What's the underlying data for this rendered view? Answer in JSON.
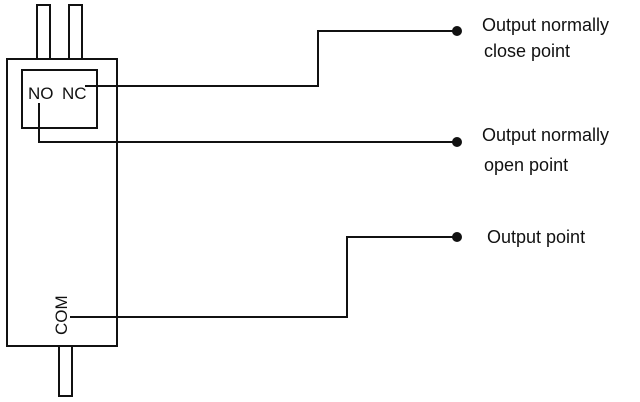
{
  "relay": {
    "pins": {
      "no_label": "NO",
      "nc_label": "NC",
      "com_label": "COM"
    }
  },
  "outputs": [
    {
      "line1": "Output normally",
      "line2": "close point"
    },
    {
      "line1": "Output normally",
      "line2": "open point"
    },
    {
      "line1": "Output point",
      "line2": ""
    }
  ],
  "colors": {
    "line": "#111111",
    "background": "#ffffff"
  }
}
